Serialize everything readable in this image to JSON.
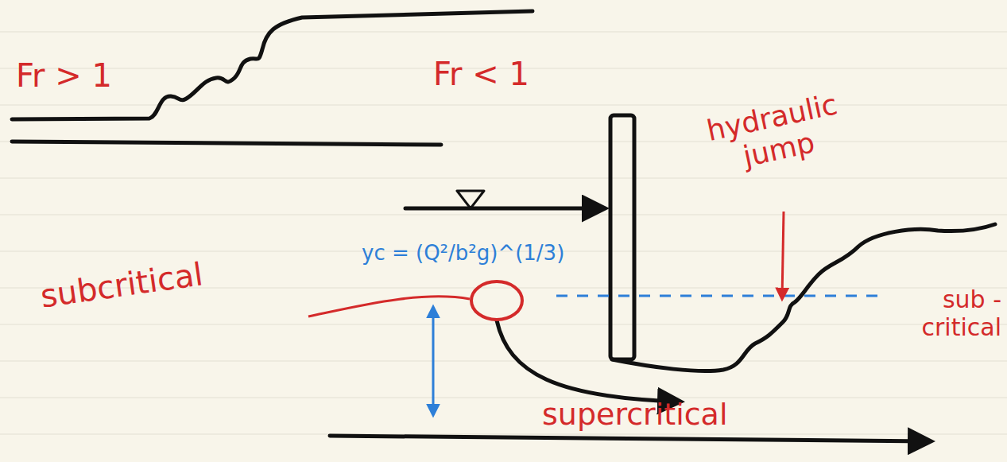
{
  "diagram": {
    "labels": [
      "Fr > 1",
      "Fr < 1",
      "yc = (Q²/b²g)^(1/3)",
      "subcritical",
      "hydraulic jump",
      "sub -critical",
      "supercritical"
    ]
  }
}
